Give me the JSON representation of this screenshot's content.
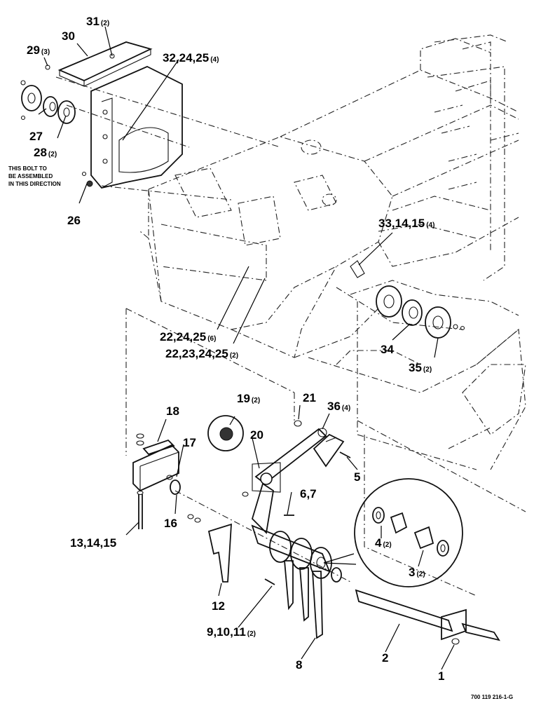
{
  "drawing_number": "700 119 216-1-G",
  "note_lines": [
    "THIS BOLT TO",
    "BE ASSEMBLED",
    "IN THIS DIRECTION"
  ],
  "callouts": [
    {
      "id": "c31",
      "label": "31",
      "qty": "(2)"
    },
    {
      "id": "c30",
      "label": "30",
      "qty": ""
    },
    {
      "id": "c29",
      "label": "29",
      "qty": "(3)"
    },
    {
      "id": "c32",
      "label": "32,24,25",
      "qty": "(4)"
    },
    {
      "id": "c27",
      "label": "27",
      "qty": ""
    },
    {
      "id": "c28",
      "label": "28",
      "qty": "(2)"
    },
    {
      "id": "c26",
      "label": "26",
      "qty": ""
    },
    {
      "id": "c33",
      "label": "33,14,15",
      "qty": "(4)"
    },
    {
      "id": "c34",
      "label": "34",
      "qty": ""
    },
    {
      "id": "c35",
      "label": "35",
      "qty": "(2)"
    },
    {
      "id": "c22a",
      "label": "22,24,25",
      "qty": "(6)"
    },
    {
      "id": "c22b",
      "label": "22,23,24,25",
      "qty": "(2)"
    },
    {
      "id": "c19",
      "label": "19",
      "qty": "(2)"
    },
    {
      "id": "c21",
      "label": "21",
      "qty": ""
    },
    {
      "id": "c36",
      "label": "36",
      "qty": "(4)"
    },
    {
      "id": "c18",
      "label": "18",
      "qty": ""
    },
    {
      "id": "c20",
      "label": "20",
      "qty": ""
    },
    {
      "id": "c17",
      "label": "17",
      "qty": ""
    },
    {
      "id": "c5",
      "label": "5",
      "qty": ""
    },
    {
      "id": "c6",
      "label": "6,7",
      "qty": ""
    },
    {
      "id": "c16",
      "label": "16",
      "qty": ""
    },
    {
      "id": "c13",
      "label": "13,14,15",
      "qty": ""
    },
    {
      "id": "c4",
      "label": "4",
      "qty": "(2)"
    },
    {
      "id": "c3",
      "label": "3",
      "qty": "(2)"
    },
    {
      "id": "c12",
      "label": "12",
      "qty": ""
    },
    {
      "id": "c9",
      "label": "9,10,11",
      "qty": "(2)"
    },
    {
      "id": "c8",
      "label": "8",
      "qty": ""
    },
    {
      "id": "c2",
      "label": "2",
      "qty": ""
    },
    {
      "id": "c1",
      "label": "1",
      "qty": ""
    }
  ]
}
